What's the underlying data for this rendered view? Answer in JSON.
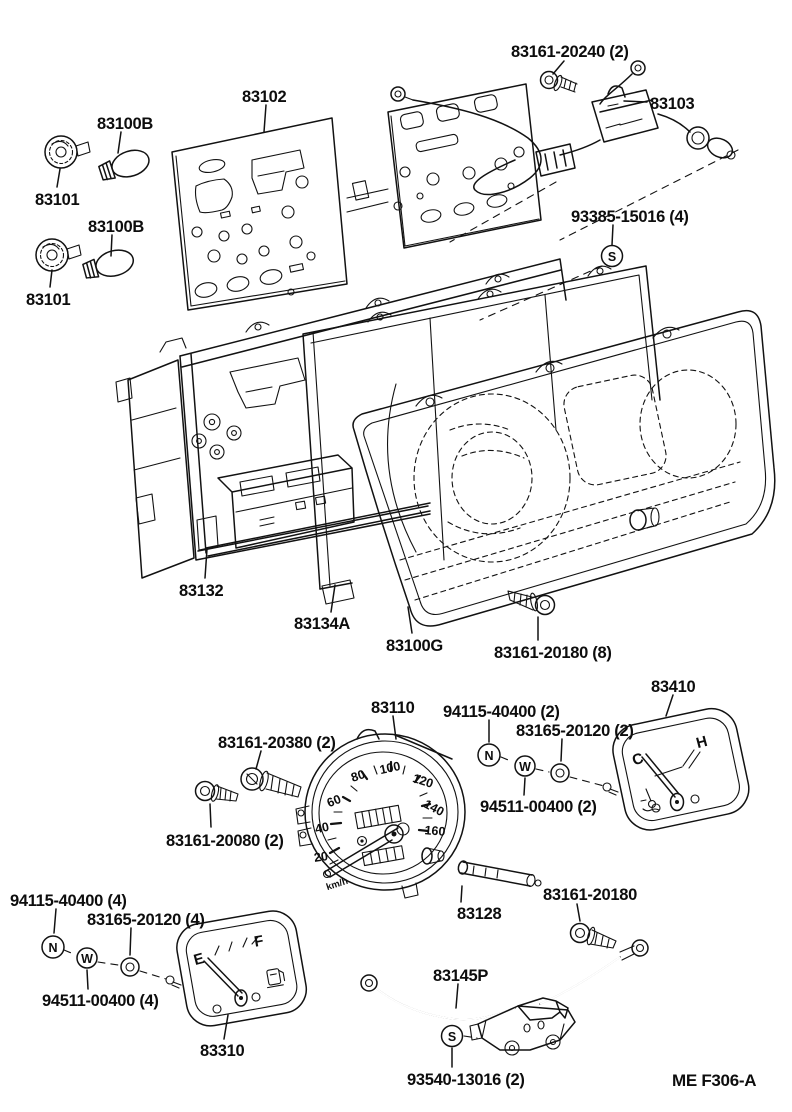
{
  "figure": {
    "footer_code": "ME  F306-A",
    "callouts": {
      "screw_83161_20240": "83161-20240 (2)",
      "relay_83103": "83103",
      "plate_83102": "83102",
      "bulb_83100B_upper": "83100B",
      "socket_83101_upper": "83101",
      "bulb_83100B_lower": "83100B",
      "socket_83101_lower": "83101",
      "screw_93385_15016": "93385-15016 (4)",
      "case_83132": "83132",
      "plate_83134A": "83134A",
      "glass_83100G": "83100G",
      "screw_83161_20180_8": "83161-20180 (8)",
      "speedometer_83110": "83110",
      "nut_94115_40400_2": "94115-40400 (2)",
      "bush_83165_20120_2": "83165-20120 (2)",
      "screw_83161_20380": "83161-20380 (2)",
      "screw_83161_20080": "83161-20080 (2)",
      "washer_94511_00400_2": "94511-00400 (2)",
      "temp_gauge_83410": "83410",
      "shaft_83128": "83128",
      "screw_83161_20180": "83161-20180",
      "nut_94115_40400_4": "94115-40400 (4)",
      "bush_83165_20120_4": "83165-20120 (4)",
      "washer_94511_00400_4": "94511-00400 (4)",
      "fuel_gauge_83310": "83310",
      "wire_83145P": "83145P",
      "screw_93540_13016": "93540-13016 (2)"
    },
    "speedometer": {
      "numbers": [
        "20",
        "40",
        "60",
        "80",
        "100",
        "120",
        "140",
        "160"
      ],
      "unit": "km/h"
    },
    "temp_gauge": {
      "cold": "C",
      "hot": "H"
    },
    "fuel_gauge": {
      "empty": "E",
      "full": "F"
    },
    "symbols": {
      "nut": "N",
      "washer": "W",
      "screw": "S"
    }
  }
}
